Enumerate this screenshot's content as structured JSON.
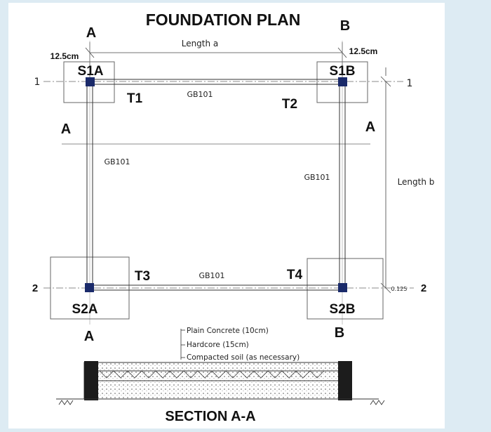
{
  "title": "FOUNDATION PLAN",
  "section_title": "SECTION A-A",
  "dimensions": {
    "length_a": "Length a",
    "length_b": "Length b",
    "offset_left": "12.5cm",
    "offset_right": "12.5cm",
    "offset_small": "0.125"
  },
  "section_marks": {
    "a_top": "A",
    "b_top": "B",
    "a_left": "A",
    "a_right": "A",
    "a_bottom": "A",
    "b_bottom": "B"
  },
  "grid_lines": {
    "left_1": "1",
    "right_1": "1",
    "left_2": "2",
    "right_2": "2"
  },
  "footings": [
    "S1A",
    "S1B",
    "S2A",
    "S2B"
  ],
  "ties": [
    "T1",
    "T2",
    "T3",
    "T4"
  ],
  "beams": {
    "top": "GB101",
    "left": "GB101",
    "right": "GB101",
    "bottom": "GB101"
  },
  "section_layers": [
    "Plain Concrete (10cm)",
    "Hardcore (15cm)",
    "Compacted soil (as necessary)"
  ],
  "colors": {
    "background": "#ddebf3",
    "sheet": "#ffffff",
    "ink": "#222222",
    "column": "#1a2a6a"
  }
}
